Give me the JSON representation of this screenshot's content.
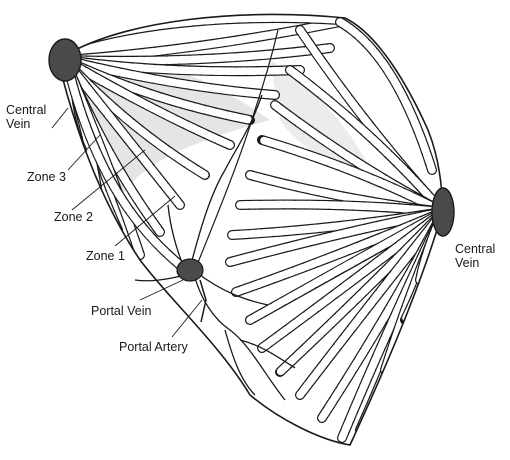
{
  "labels": {
    "central_vein_left": "Central\nVein",
    "central_vein_right": "Central\nVein",
    "zone3": "Zone 3",
    "zone2": "Zone 2",
    "zone1": "Zone 1",
    "portal_vein": "Portal Vein",
    "portal_artery": "Portal Artery"
  },
  "colors": {
    "ink": "#1a1a1a",
    "vein_fill": "#4a4a4a",
    "shade": "#d0d0d0",
    "paper": "#ffffff"
  }
}
